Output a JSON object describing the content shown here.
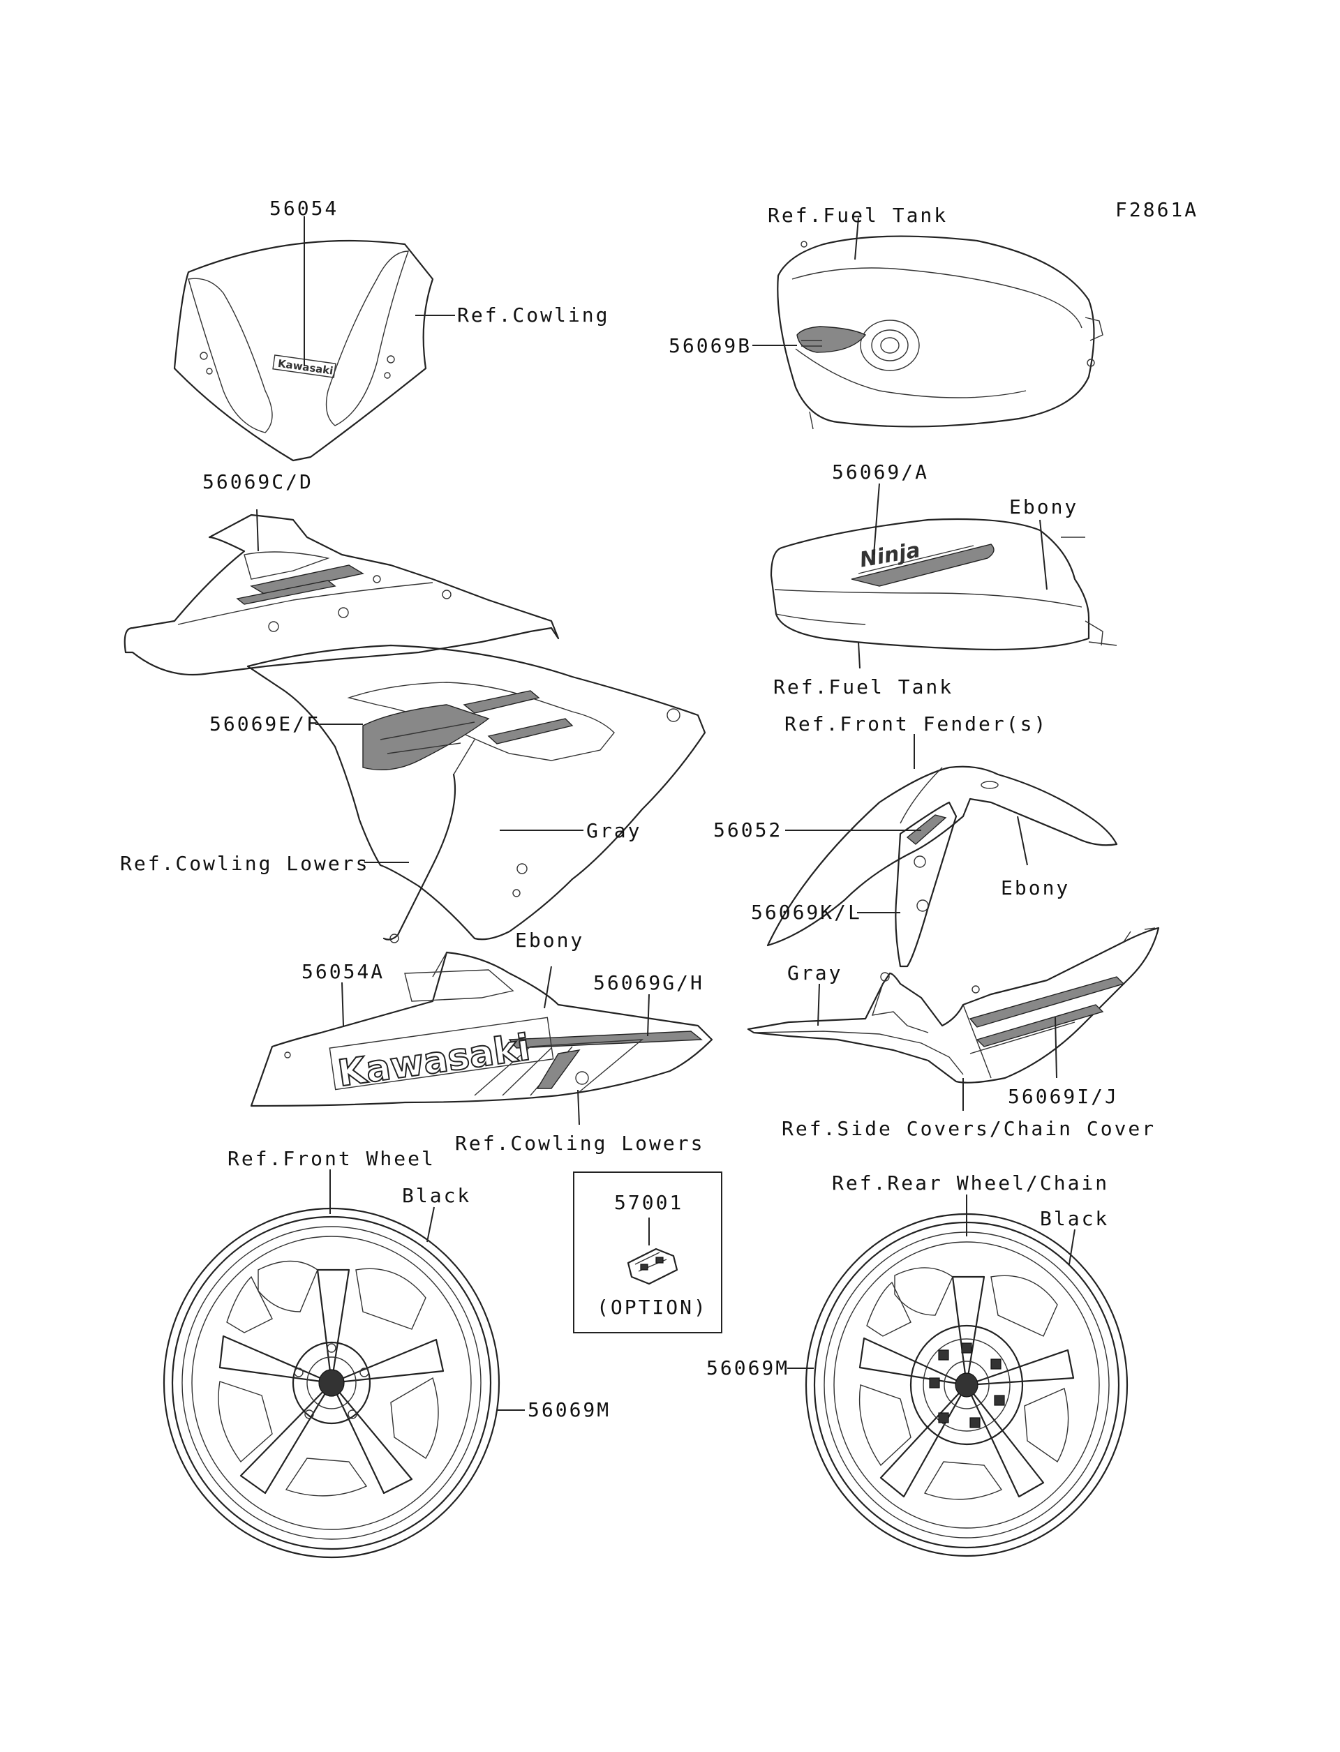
{
  "figure_code": "F2861A",
  "parts": {
    "p56054": "56054",
    "p56069B": "56069B",
    "p56069A": "56069/A",
    "p56069CD": "56069C/D",
    "p56069EF": "56069E/F",
    "p56052": "56052",
    "p56069KL": "56069K/L",
    "p56054A": "56054A",
    "p56069GH": "56069G/H",
    "p56069IJ": "56069I/J",
    "p57001": "57001",
    "p56069M_front": "56069M",
    "p56069M_rear": "56069M"
  },
  "refs": {
    "fuel_tank_top": "Ref.Fuel Tank",
    "cowling": "Ref.Cowling",
    "fuel_tank_bottom": "Ref.Fuel Tank",
    "front_fender": "Ref.Front Fender(s)",
    "cowling_lowers_left": "Ref.Cowling Lowers",
    "cowling_lowers_bottom": "Ref.Cowling Lowers",
    "side_covers": "Ref.Side Covers/Chain Cover",
    "front_wheel": "Ref.Front Wheel",
    "rear_wheel": "Ref.Rear Wheel/Chain"
  },
  "colors": {
    "ebony_tank": "Ebony",
    "ebony_fender": "Ebony",
    "ebony_lower": "Ebony",
    "gray_cowling": "Gray",
    "gray_sidecover": "Gray",
    "black_front": "Black",
    "black_rear": "Black"
  },
  "option_label": "(OPTION)",
  "decal_text": {
    "kawasaki": "Kawasaki",
    "ninja": "Ninja"
  }
}
